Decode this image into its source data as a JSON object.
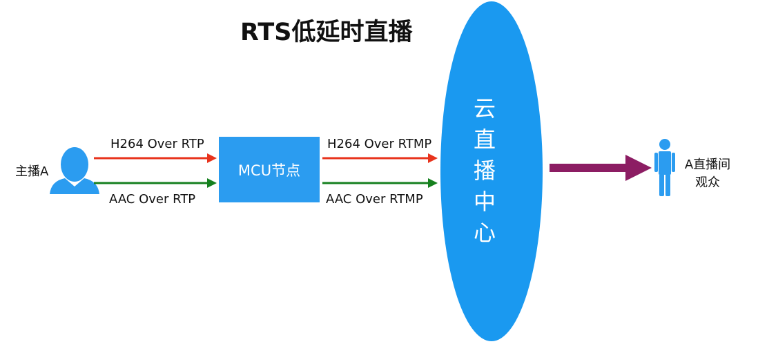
{
  "title": "RTS低延时直播",
  "streamer": {
    "label": "主播A",
    "icon": "person-bust-icon"
  },
  "mcu": {
    "label": "MCU节点"
  },
  "upstream": {
    "video": "H264 Over RTP",
    "audio": "AAC Over RTP"
  },
  "downstream": {
    "video": "H264 Over RTMP",
    "audio": "AAC Over RTMP"
  },
  "center": {
    "chars": [
      "云",
      "直",
      "播",
      "中",
      "心"
    ]
  },
  "viewer": {
    "line1": "A直播间",
    "line2": "观众",
    "icon": "person-standing-icon"
  },
  "colors": {
    "video_arrow": "#e8331c",
    "audio_arrow": "#15801e",
    "output_arrow": "#8c1d63",
    "blue": "#1a99f0",
    "mcu_blue": "#2b9cf0"
  }
}
